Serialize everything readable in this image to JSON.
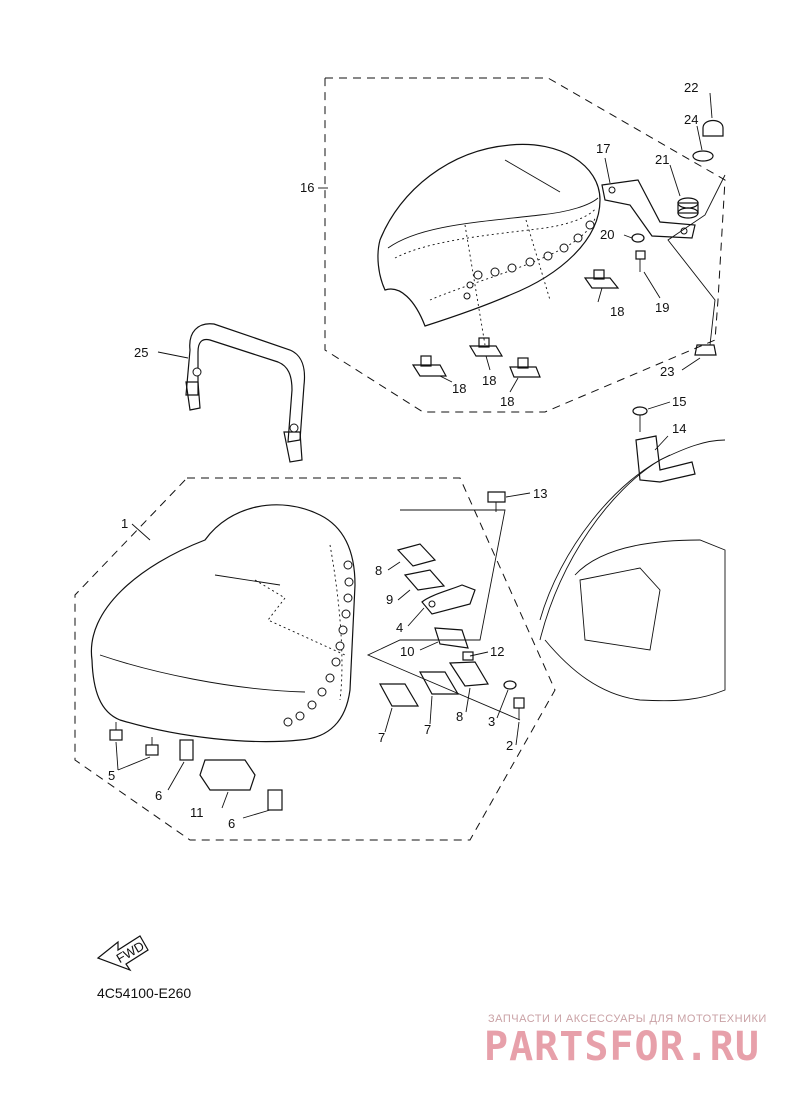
{
  "diagram_code": "4C54100-E260",
  "fwd_label": "FWD",
  "watermark": {
    "tagline": "ЗАПЧАСТИ И АКСЕССУАРЫ ДЛЯ МОТОТЕХНИКИ",
    "brand": "PARTSFOR.RU"
  },
  "callouts": {
    "c1": "1",
    "c2": "2",
    "c3": "3",
    "c4": "4",
    "c5": "5",
    "c6a": "6",
    "c6b": "6",
    "c7a": "7",
    "c7b": "7",
    "c8a": "8",
    "c8b": "8",
    "c9": "9",
    "c10": "10",
    "c11": "11",
    "c12": "12",
    "c13": "13",
    "c14": "14",
    "c15": "15",
    "c16": "16",
    "c17": "17",
    "c18a": "18",
    "c18b": "18",
    "c18c": "18",
    "c18d": "18",
    "c19": "19",
    "c20": "20",
    "c21": "21",
    "c22": "22",
    "c23": "23",
    "c24": "24",
    "c25": "25"
  }
}
